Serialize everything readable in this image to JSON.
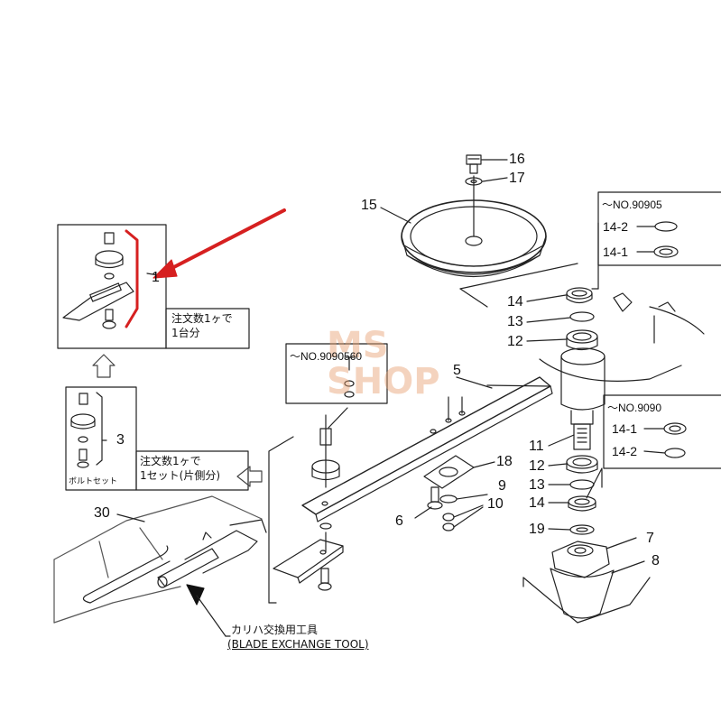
{
  "watermark": {
    "line1": "MS",
    "line2": "SHOP",
    "color": "#e8a070"
  },
  "colors": {
    "arrow": "#d62020",
    "ink": "#222222",
    "box": "#222222"
  },
  "notes": {
    "order_1_line1": "注文数1ヶで",
    "order_1_line2": "1台分",
    "order_3_line1": "注文数1ヶで",
    "order_3_line2": "1セット(片側分)",
    "bolt_set": "ボルトセット",
    "tool_jp": "カリハ交換用工具",
    "tool_en": "(BLADE EXCHANGE TOOL)"
  },
  "version_labels": {
    "upper_right": "～NO.90905",
    "middle_right": "～NO.9090",
    "blade_box": "～NO.9090560"
  },
  "part_labels": {
    "p1": "1",
    "p3": "3",
    "p5": "5",
    "p6": "6",
    "p7": "7",
    "p8": "8",
    "p9": "9",
    "p10": "10",
    "p11": "11",
    "p12a": "12",
    "p12b": "12",
    "p13a": "13",
    "p13b": "13",
    "p14a": "14",
    "p14b": "14",
    "p14_1a": "14-1",
    "p14_2a": "14-2",
    "p14_1b": "14-1",
    "p14_2b": "14-2",
    "p15": "15",
    "p16": "16",
    "p17": "17",
    "p18": "18",
    "p19": "19",
    "p30": "30"
  }
}
